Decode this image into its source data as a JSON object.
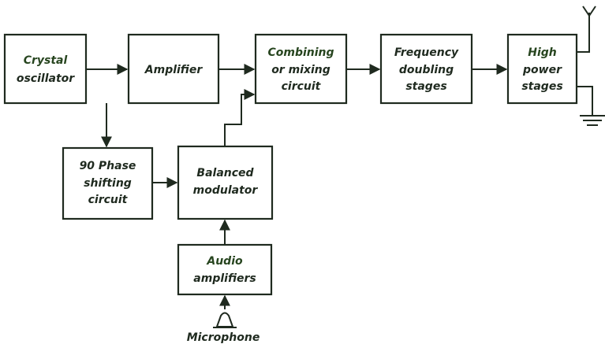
{
  "blocks": {
    "crystal_oscillator": [
      "Crystal",
      "oscillator"
    ],
    "amplifier": [
      "Amplifier"
    ],
    "combining_circuit": [
      "Combining",
      "or mixing",
      "circuit"
    ],
    "frequency_doubling": [
      "Frequency",
      "doubling",
      "stages"
    ],
    "high_power": [
      "High",
      "power",
      "stages"
    ],
    "phase_shifting": [
      "90 Phase",
      "shifting",
      "circuit"
    ],
    "balanced_modulator": [
      "Balanced",
      "modulator"
    ],
    "audio_amplifiers": [
      "Audio",
      "amplifiers"
    ]
  },
  "microphone_label": "Microphone",
  "icons": {
    "antenna": "antenna-icon",
    "ground": "ground-icon",
    "microphone": "microphone-icon"
  },
  "colors": {
    "ink": "#1f2a1f",
    "green_ink": "#27451f",
    "background": "#ffffff"
  }
}
